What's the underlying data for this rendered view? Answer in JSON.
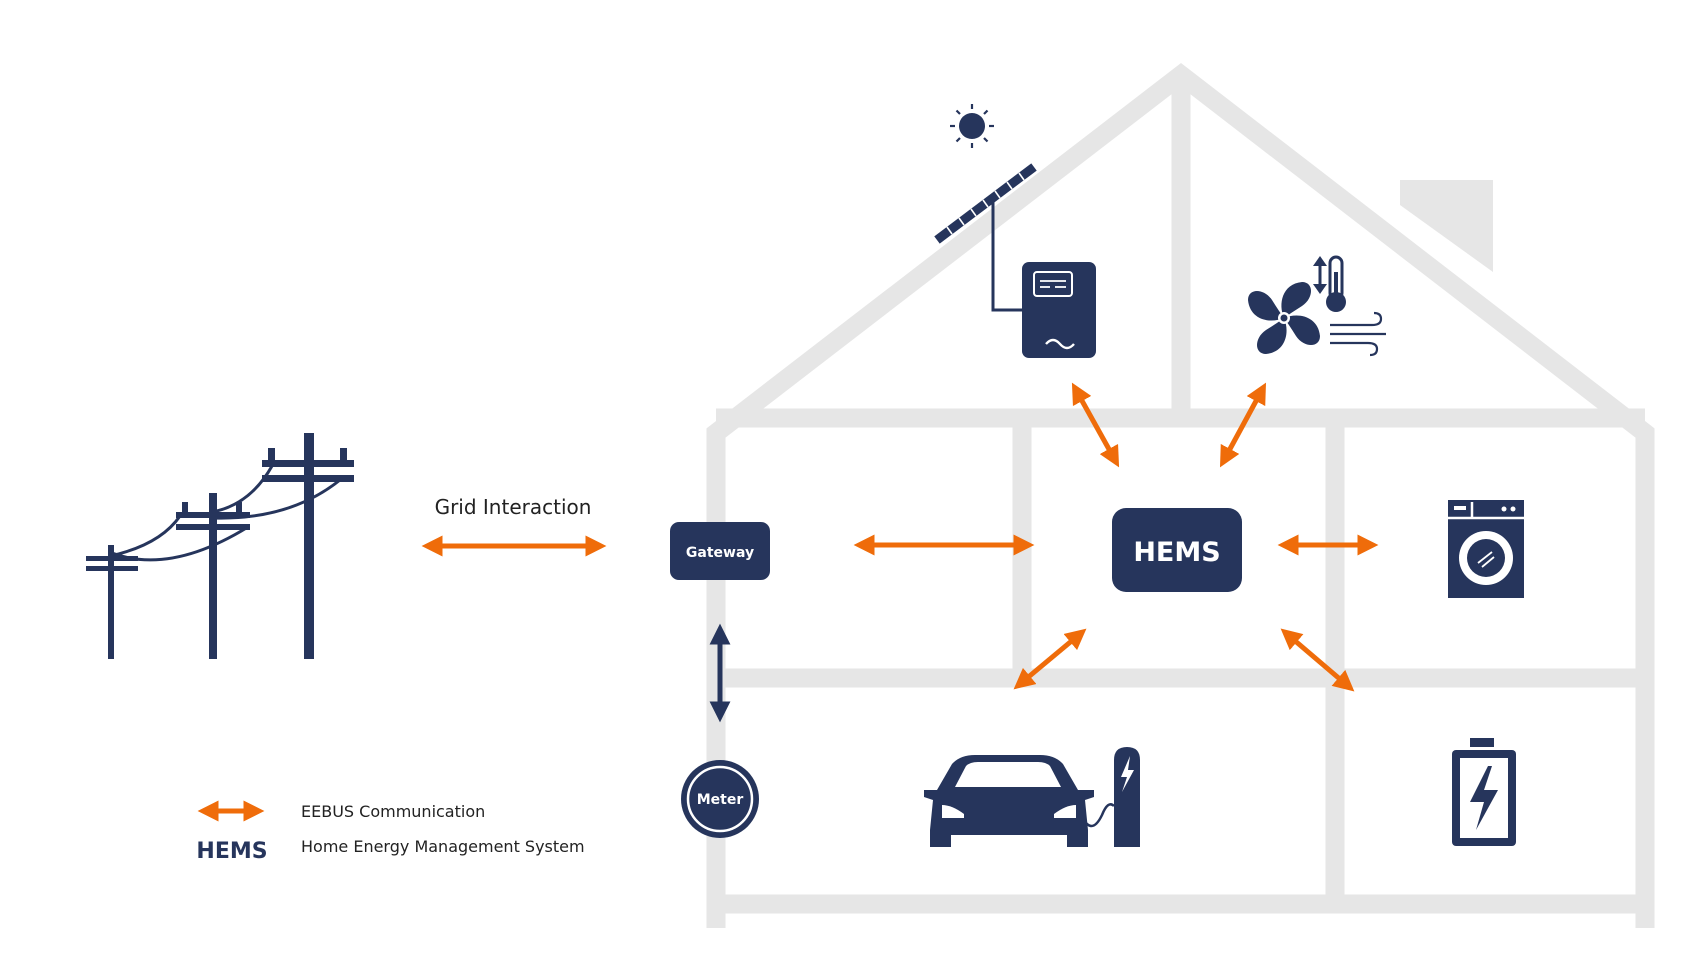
{
  "colors": {
    "navy": "#26355c",
    "orange": "#ef6c0a",
    "house": "#e6e6e6",
    "background": "#ffffff"
  },
  "labels": {
    "grid_interaction": "Grid Interaction",
    "gateway": "Gateway",
    "hems": "HEMS",
    "meter": "Meter"
  },
  "legend": {
    "eebus": "EEBUS Communication",
    "hems_abbr": "HEMS",
    "hems_full": "Home Energy Management System"
  },
  "icons": [
    "power-lines-icon",
    "sun-icon",
    "solar-panel-icon",
    "inverter-icon",
    "fan-icon",
    "thermometer-icon",
    "wind-icon",
    "washing-machine-icon",
    "car-icon",
    "charging-station-icon",
    "battery-icon"
  ]
}
